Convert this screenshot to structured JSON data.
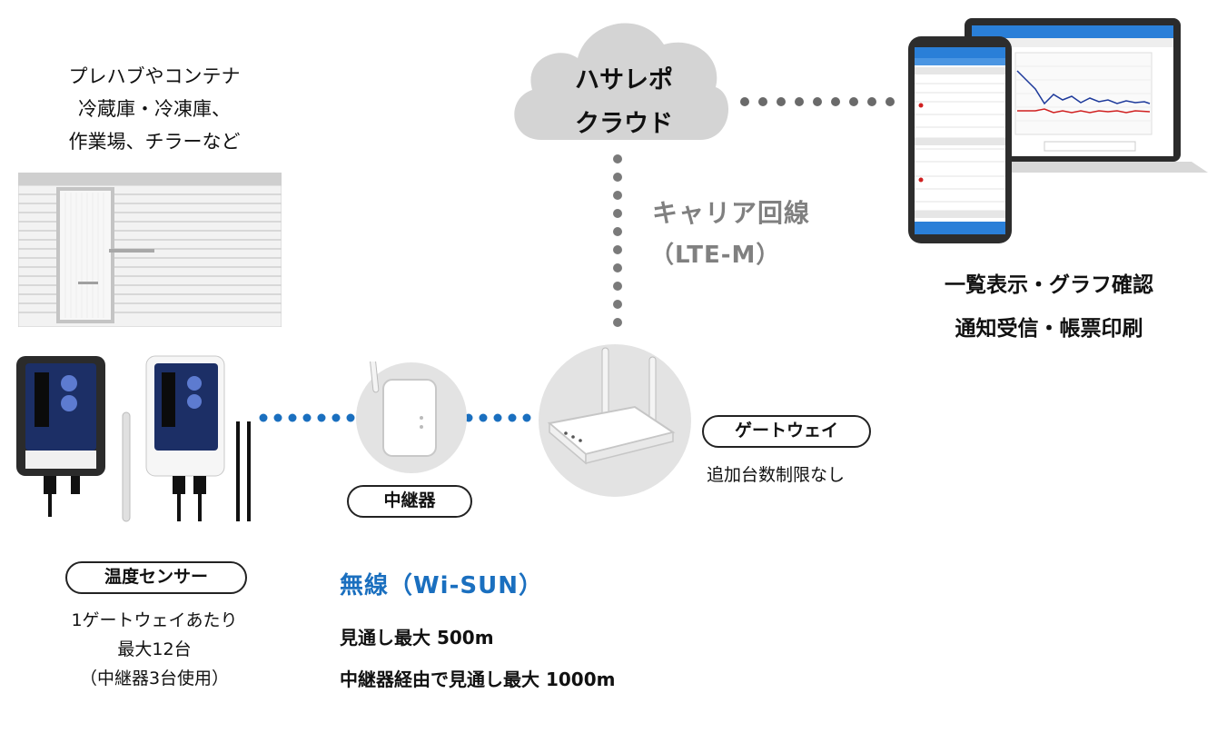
{
  "location": {
    "line1": "プレハブやコンテナ",
    "line2": "冷蔵庫・冷凍庫、",
    "line3": "作業場、チラーなど"
  },
  "cloud": {
    "line1": "ハサレポ",
    "line2": "クラウド"
  },
  "carrier": {
    "title": "キャリア回線",
    "sub": "（LTE-M）"
  },
  "app": {
    "features_line1": "一覧表示・グラフ確認",
    "features_line2": "通知受信・帳票印刷"
  },
  "gateway": {
    "label": "ゲートウェイ",
    "note": "追加台数制限なし"
  },
  "repeater": {
    "label": "中継器"
  },
  "sensor": {
    "label": "温度センサー",
    "note_line1": "1ゲートウェイあたり",
    "note_line2": "最大12台",
    "note_line3": "（中継器3台使用）"
  },
  "wireless": {
    "title": "無線（Wi-SUN）",
    "line1": "見通し最大 500m",
    "line2": "中継器経由で見通し最大 1000m"
  },
  "colors": {
    "wireless_blue": "#1a6fbf",
    "carrier_gray": "#808080",
    "cloud_gray": "#d4d4d4",
    "circle_gray": "#e3e3e3",
    "app_blue": "#2a7fd8"
  }
}
